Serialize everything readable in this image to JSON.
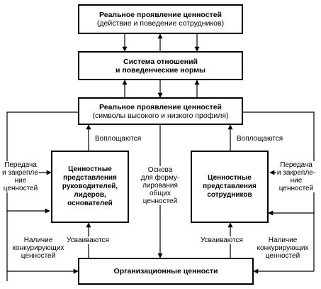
{
  "boxes": {
    "top": {
      "title": "Реальное проявление ценностей",
      "subtitle": "(действие и поведение сотрудников)"
    },
    "system": {
      "line1": "Система отношений",
      "line2": "и поведенческие нормы"
    },
    "middle": {
      "title": "Реальное проявление ценностей",
      "subtitle": "(символы высокого и низкого профиля)"
    },
    "leaders": {
      "lines": [
        "Ценностные",
        "представления",
        "руководителей,",
        "лидеров,",
        "основателей"
      ]
    },
    "employees": {
      "lines": [
        "Ценностные",
        "представления",
        "сотрудников"
      ]
    },
    "org": {
      "title": "Организационные ценности"
    }
  },
  "labels": {
    "embodied_left": "Воплощаются",
    "embodied_right": "Воплощаются",
    "transfer_left": [
      "Передача",
      "и закрепле-",
      "ние",
      "ценностей"
    ],
    "transfer_right": [
      "Передача",
      "и закрепле-",
      "ние",
      "ценностей"
    ],
    "basis": [
      "Основа",
      "для форму-",
      "лирования",
      "общих",
      "ценностей"
    ],
    "competing_left": [
      "Наличие",
      "конкурирующих",
      "ценностей"
    ],
    "competing_right": [
      "Наличие",
      "конкурирующих",
      "ценностей"
    ],
    "absorbed_left": "Усваиваются",
    "absorbed_right": "Усваиваются"
  }
}
